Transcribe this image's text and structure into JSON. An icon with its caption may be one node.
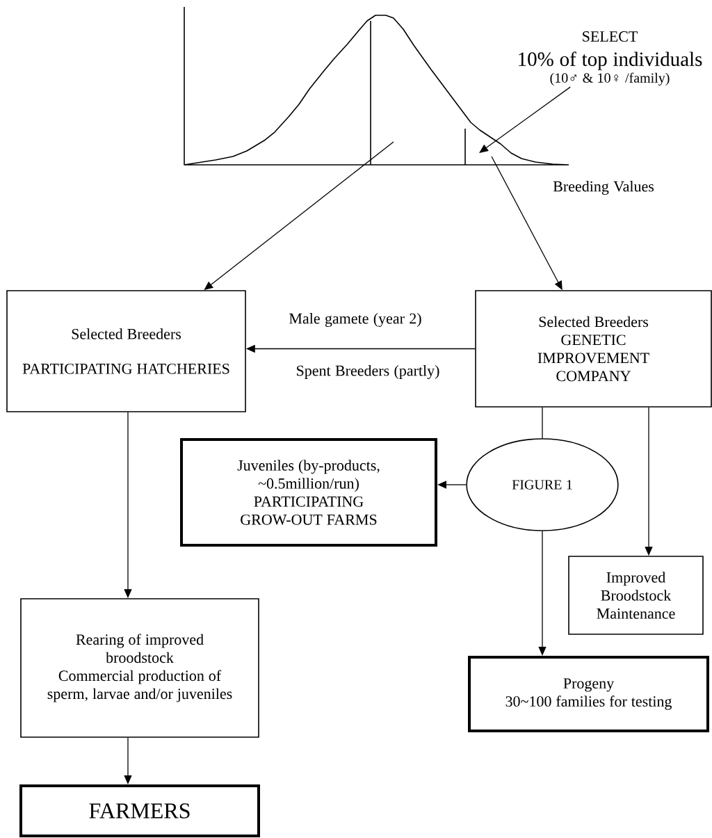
{
  "diagram": {
    "nodes": [
      {
        "text": [],
        "shape": "picture"
      },
      {
        "text": [
          "SELECT",
          "10% of top individuals",
          "(10♂ & 10♀ /family)"
        ]
      },
      {
        "text": [
          "Selected Breeders",
          "PARTICIPATING HATCHERIES"
        ]
      },
      {
        "text": [
          "Selected Breeders",
          "GENETIC IMPROVEMENT COMPANY"
        ]
      },
      {
        "text": [
          "Juveniles (by-products, ~0.5million/run)",
          "PARTICIPATING GROW-OUT FARMS"
        ]
      },
      {
        "text": [
          "FIGURE 1"
        ]
      },
      {
        "text": [
          "Improved Broodstock Maintenance"
        ]
      },
      {
        "text": [
          "Rearing of improved broodstock",
          "Commercial production of sperm, larvae and/or juveniles"
        ]
      },
      {
        "text": [
          "Progeny",
          "30~100 families for testing"
        ]
      },
      {
        "text": [
          "FARMERS"
        ]
      }
    ],
    "edges": [
      {
        "from": 1,
        "to": 0,
        "arrow": "to"
      },
      {
        "from": 0,
        "to": 2,
        "arrow": "to"
      },
      {
        "from": 0,
        "to": 3,
        "arrow": "to"
      },
      {
        "from": 3,
        "to": 2,
        "arrow": "to",
        "label": "Male gamete (year 2)"
      },
      {
        "from": 3,
        "to": 5,
        "arrow": "none"
      },
      {
        "from": 5,
        "to": 4,
        "arrow": "to"
      },
      {
        "from": 5,
        "to": 8,
        "arrow": "to"
      },
      {
        "from": 3,
        "to": 6,
        "arrow": "to"
      },
      {
        "from": 2,
        "to": 7,
        "arrow": "to"
      },
      {
        "from": 7,
        "to": 9,
        "arrow": "to"
      }
    ],
    "labels": [
      "Breeding Values",
      "Spent Breeders (partly)"
    ]
  }
}
